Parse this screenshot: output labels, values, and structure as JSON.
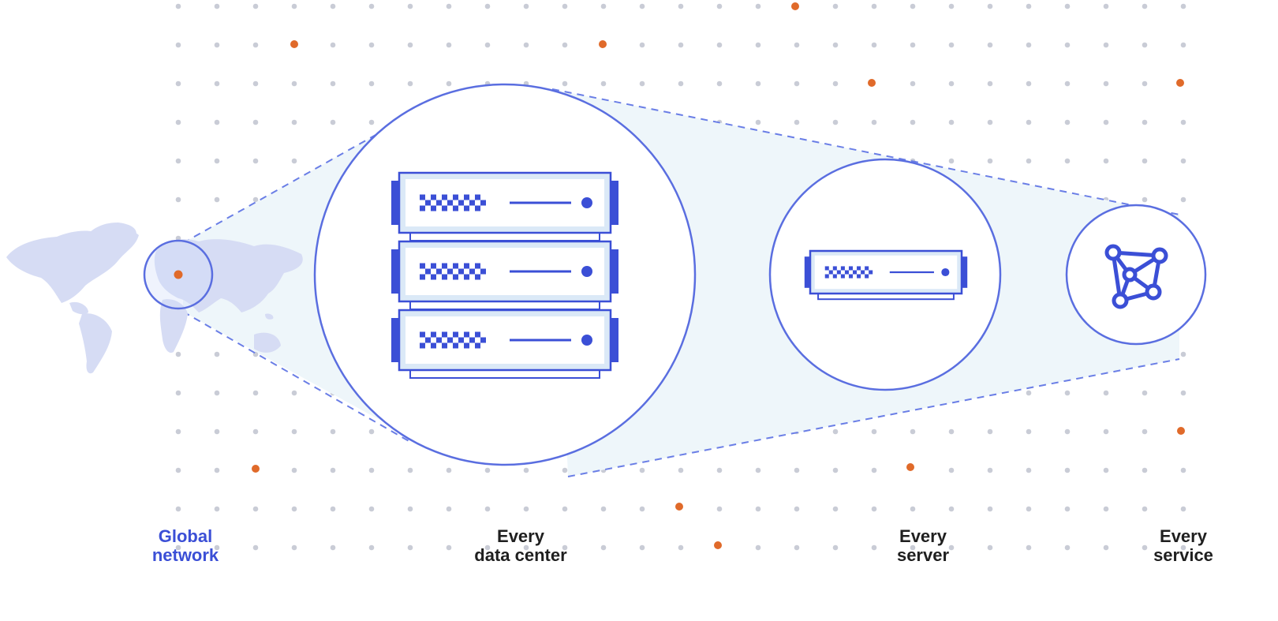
{
  "colors": {
    "accent": "#3b4fd6",
    "outline": "#5a6ee0",
    "panel_fill": "#dbe9f7",
    "cone_fill": "#eef6fa",
    "dot_grey": "#c9ccd6",
    "dot_orange": "#e06a2a",
    "map_fill": "#d6dcf4",
    "text_dark": "#1f1f1f"
  },
  "icons": {
    "map": "world-map-icon",
    "datacenter": "server-rack-icon",
    "server": "server-unit-icon",
    "service": "network-graph-icon"
  },
  "stages": [
    {
      "id": "global",
      "line1": "Global",
      "line2": "network"
    },
    {
      "id": "datacenter",
      "line1": "Every",
      "line2": "data center"
    },
    {
      "id": "server",
      "line1": "Every",
      "line2": "server"
    },
    {
      "id": "service",
      "line1": "Every",
      "line2": "service"
    }
  ]
}
